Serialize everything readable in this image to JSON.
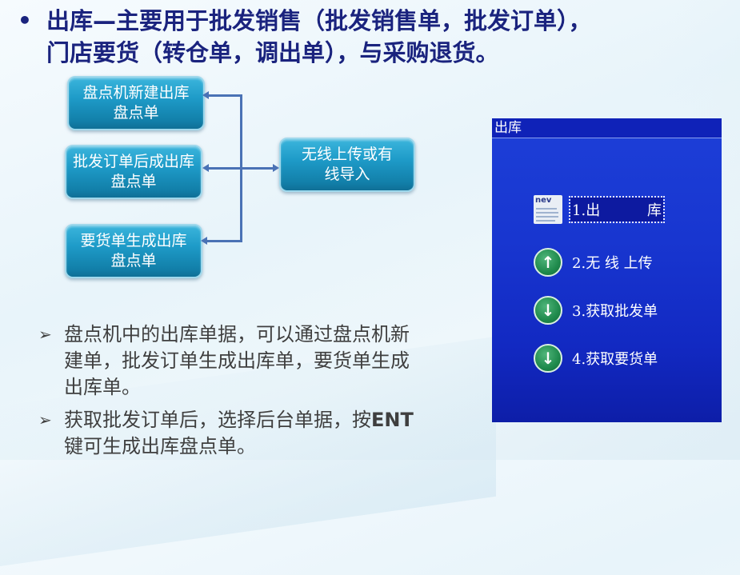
{
  "title": {
    "bullet": "•",
    "line1": "出库—主要用于批发销售（批发销售单，批发订单），",
    "line2": "门店要货（转仓单，调出单），与采购退货。",
    "color": "#1a237e"
  },
  "flowchart": {
    "sources": [
      {
        "line1": "盘点机新建出库",
        "line2": "盘点单"
      },
      {
        "line1": "批发订单后成出库",
        "line2": "盘点单"
      },
      {
        "line1": "要货单生成出库",
        "line2": "盘点单"
      }
    ],
    "target": {
      "line1": "无线上传或有",
      "line2": "线导入"
    },
    "box_color": "#1e9bc8",
    "connector_color": "#4a72b5"
  },
  "bullets": [
    {
      "mark": "➢",
      "lines": [
        "盘点机中的出库单据，可以通过盘点机新",
        "建单，批发订单生成出库单，要货单生成",
        "出库单。"
      ]
    },
    {
      "mark": "➢",
      "line1_prefix": "获取批发订单后，选择后台单据，按",
      "line1_key": "ENT",
      "line2": "键可生成出库盘点单。"
    }
  ],
  "device": {
    "title": "出库",
    "menu": [
      {
        "num": "1.",
        "label_a": "出",
        "label_b": "库",
        "icon": "new-document-icon",
        "selected": true
      },
      {
        "num": "2.",
        "label": "无 线 上传",
        "icon": "upload-arrow-icon",
        "glyph": "↑"
      },
      {
        "num": "3.",
        "label": "获取批发单",
        "icon": "download-arrow-icon",
        "glyph": "↓"
      },
      {
        "num": "4.",
        "label": "获取要货单",
        "icon": "download-arrow-icon",
        "glyph": "↓"
      }
    ],
    "doc_icon_text": "nev",
    "screen_color": "#1836d0"
  }
}
